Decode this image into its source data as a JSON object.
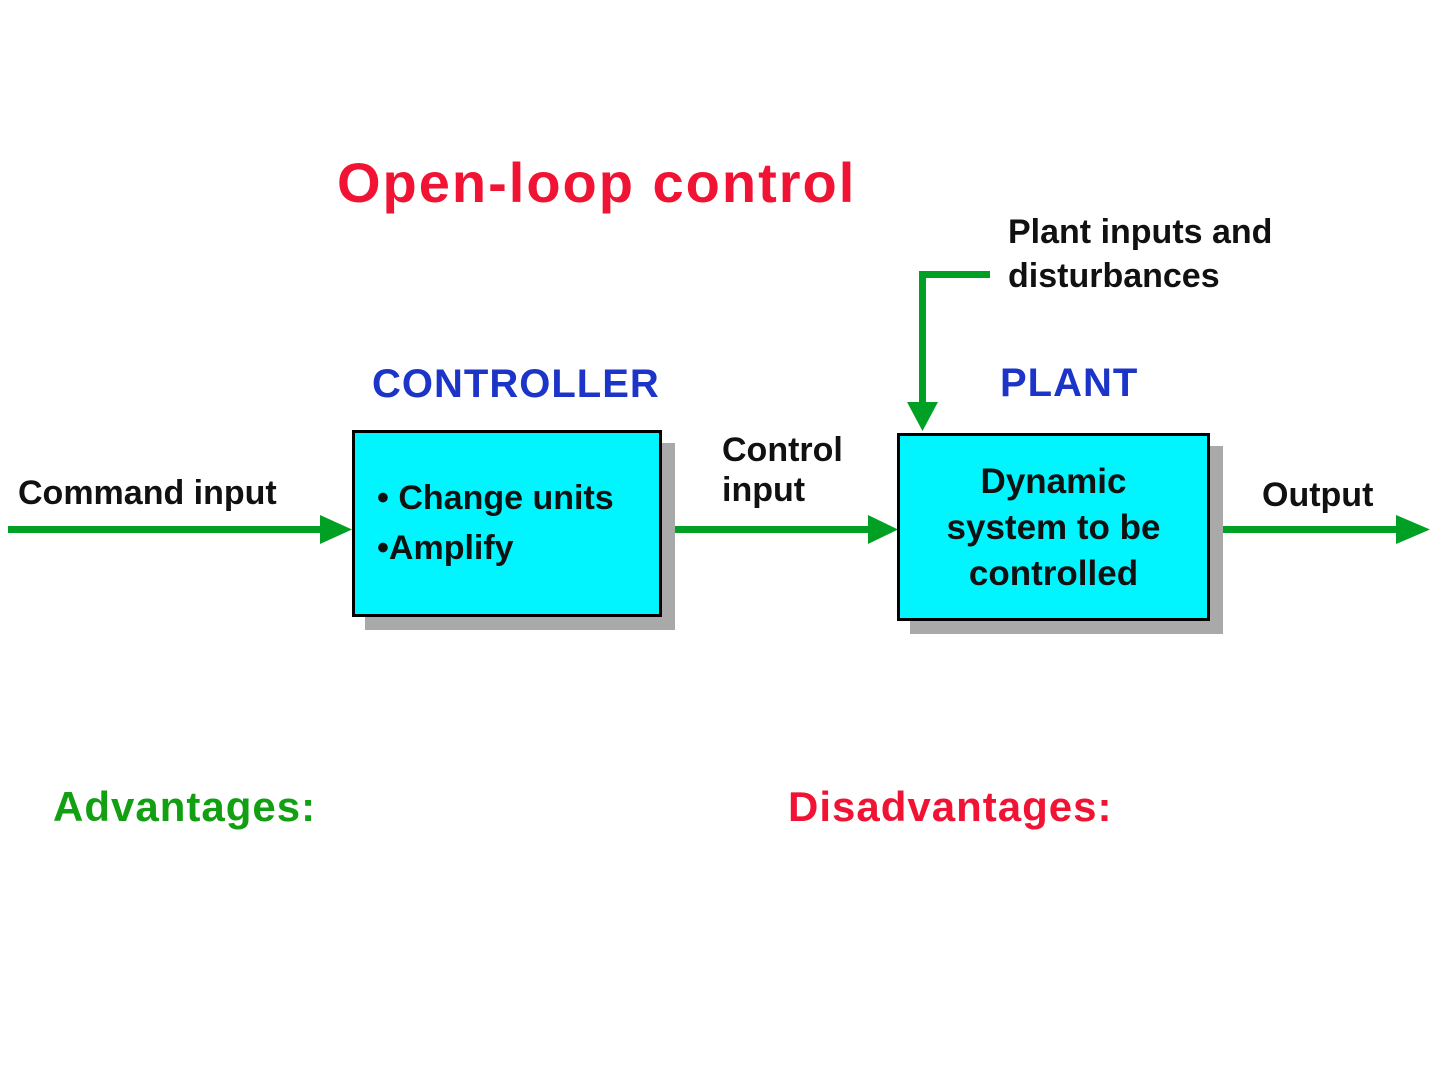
{
  "colors": {
    "title-red": "#F01333",
    "label-blue": "#1C35C8",
    "arrow-green": "#00A024",
    "advantages-green": "#12A012",
    "box-cyan": "#00F5FF",
    "shadow-gray": "#A9A9A9",
    "text-black": "#111111"
  },
  "title": "Open-loop control",
  "disturbance": {
    "line1": "Plant inputs and",
    "line2": "disturbances"
  },
  "controller": {
    "heading": "CONTROLLER",
    "line1": "• Change units",
    "line2": "•Amplify"
  },
  "plant": {
    "heading": "PLANT",
    "line1": "Dynamic",
    "line2": "system to be",
    "line3": "controlled"
  },
  "arrow_labels": {
    "command": "Command input",
    "control_line1": "Control",
    "control_line2": "input",
    "output": "Output"
  },
  "sections": {
    "advantages": "Advantages:",
    "disadvantages": "Disadvantages:"
  }
}
